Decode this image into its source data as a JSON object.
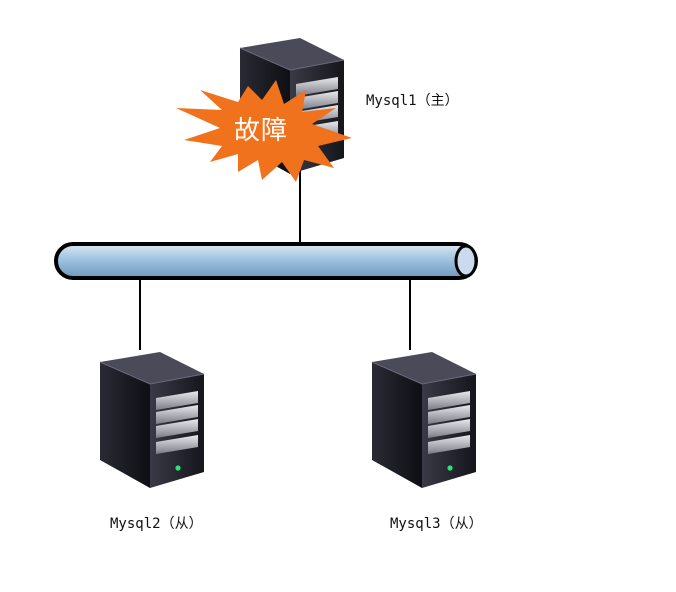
{
  "servers": {
    "master": {
      "label": "Mysql1（主）"
    },
    "slave_a": {
      "label": "Mysql2（从）"
    },
    "slave_b": {
      "label": "Mysql3（从）"
    }
  },
  "fault": {
    "label": "故障",
    "color": "#f0721c"
  },
  "colors": {
    "bus_fill": "#9fc3e0",
    "bus_outline": "#000000",
    "server_body": "#1b1b24",
    "server_led": "#2ee07a"
  },
  "icons": [
    "server-icon",
    "starburst-icon",
    "network-bus-icon"
  ]
}
